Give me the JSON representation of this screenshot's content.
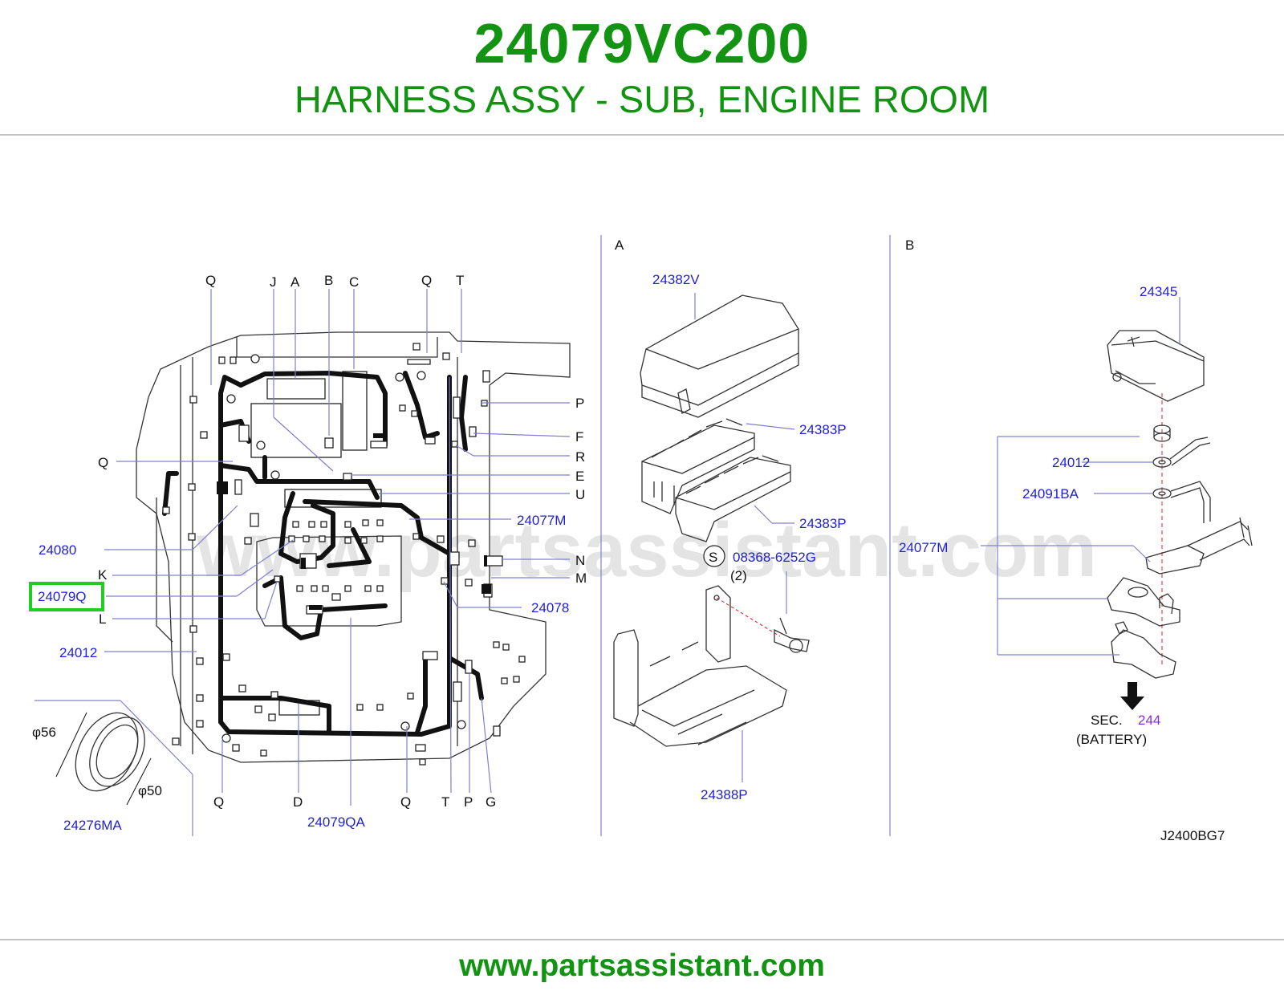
{
  "header": {
    "part_number": "24079VC200",
    "description": "HARNESS ASSY - SUB, ENGINE ROOM"
  },
  "footer": {
    "url": "www.partsassistant.com"
  },
  "watermark": "www.partsassistant.com",
  "colors": {
    "brand_green": "#129412",
    "part_link_blue": "#1f1fd6",
    "section_purple": "#8a2be2",
    "highlight_green": "#22cc22"
  },
  "diagram": {
    "section_labels": {
      "a": "A",
      "b": "B"
    },
    "letters": {
      "q1": "Q",
      "j": "J",
      "a": "A",
      "b": "B",
      "c": "C",
      "q2": "Q",
      "t1": "T",
      "p1": "P",
      "f": "F",
      "r": "R",
      "e": "E",
      "u": "U",
      "n": "N",
      "m": "M",
      "q3": "Q",
      "k": "K",
      "l": "L",
      "q4": "Q",
      "d": "D",
      "q5": "Q",
      "t2": "T",
      "p2": "P",
      "g": "G"
    },
    "parts": {
      "p24080": "24080",
      "p24079q": "24079Q",
      "p24012_left": "24012",
      "p24276ma": "24276MA",
      "p24079qa": "24079QA",
      "p24077m_left": "24077M",
      "p24078": "24078",
      "p24382v": "24382V",
      "p24383p_1": "24383P",
      "p24383p_2": "24383P",
      "p08368": "08368-6252G",
      "p24388p": "24388P",
      "p24345": "24345",
      "p24012_right": "24012",
      "p24091ba": "24091BA",
      "p24077m_right": "24077M",
      "sec_244": "244"
    },
    "symbols": {
      "s": "S",
      "qty": "(2)"
    },
    "dimensions": {
      "d56": "φ56",
      "d50": "φ50"
    },
    "sec_label": "SEC.",
    "battery_label": "(BATTERY)",
    "drawing_code": "J2400BG7",
    "highlighted_part": "24079Q"
  }
}
